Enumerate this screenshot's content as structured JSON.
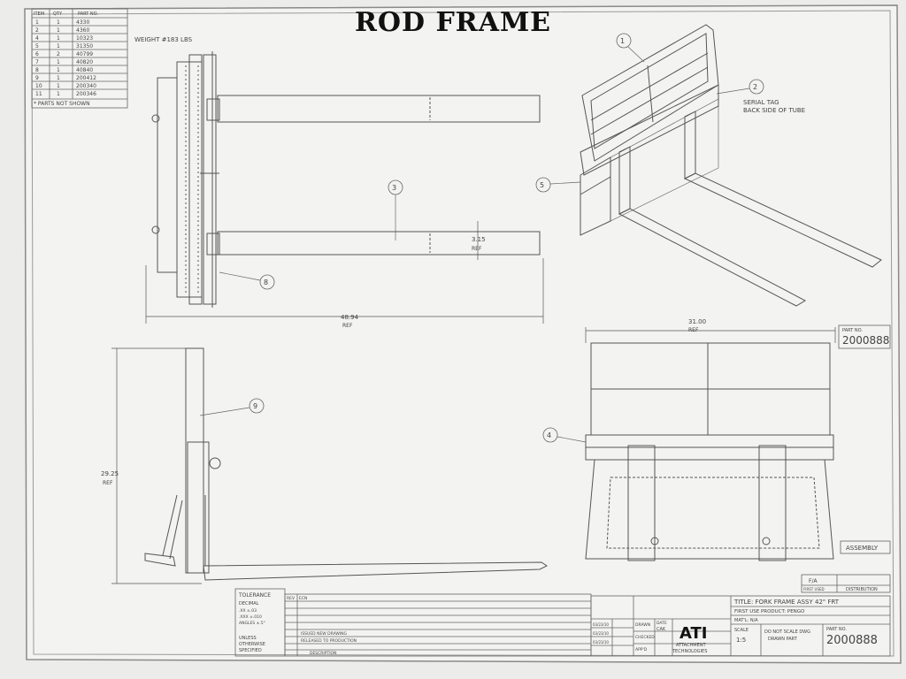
{
  "photo_title": "ROD FRAME",
  "bom": {
    "headers": [
      "ITEM",
      "QTY",
      "PART NO."
    ],
    "rows": [
      [
        "1",
        "1",
        "4330"
      ],
      [
        "2",
        "1",
        "4360"
      ],
      [
        "4",
        "1",
        "10323"
      ],
      [
        "5",
        "1",
        "31350"
      ],
      [
        "6",
        "2",
        "40799"
      ],
      [
        "7",
        "1",
        "40820"
      ],
      [
        "8",
        "1",
        "40840"
      ],
      [
        "9",
        "1",
        "200412"
      ],
      [
        "10",
        "1",
        "200340"
      ],
      [
        "11",
        "1",
        "200346"
      ]
    ],
    "note": "* PARTS NOT SHOWN"
  },
  "weight": "WEIGHT #183 LBS",
  "callouts": [
    "1",
    "2",
    "3",
    "4",
    "5",
    "8",
    "9"
  ],
  "serial_tag": [
    "SERIAL TAG",
    "BACK SIDE OF TUBE"
  ],
  "dimensions": {
    "fork_thickness": "3.15",
    "fork_thickness_ref": "REF",
    "overall_length": "48.94",
    "overall_length_ref": "REF",
    "width": "31.00",
    "width_ref": "REF",
    "height": "29.25",
    "height_ref": "REF"
  },
  "part_no_label": "PART NO.",
  "part_no": "2000888",
  "assembly": "ASSEMBLY",
  "fa": "F/A",
  "first_used": "FIRST USED",
  "distribution": "DISTRIBUTION",
  "title_block": {
    "title": "TITLE: FORK FRAME ASSY 42\" FRT",
    "first_use": "FIRST USE PRODUCT: PENGO",
    "mat": "MAT'L: N/A",
    "logo": "ATI",
    "company": [
      "ATTACHMENT",
      "TECHNOLOGIES"
    ],
    "drawn": "DRAWN",
    "checked": "CHECKED",
    "appd": "APP'D",
    "date": "DATE",
    "scale_label": "SCALE",
    "scale": "1:5",
    "do_not_scale": "DO NOT SCALE DWG",
    "drawn_part": "DRAWN PART",
    "author": "CAK",
    "dates": [
      "03/23/10",
      "03/23/10",
      "03/23/10"
    ]
  },
  "tolerance": {
    "label": "TOLERANCE",
    "decimal": "DECIMAL",
    "lines": [
      ".XX ±.03",
      ".XXX ±.010",
      "ANGLES ±.5°"
    ],
    "unless": [
      "UNLESS",
      "OTHERWISE",
      "SPECIFIED"
    ],
    "rev_header": [
      "REV",
      "ECN",
      "DESCRIPTION"
    ],
    "rev_rows": [
      "ISSUED NEW DRAWING",
      "RELEASED TO PRODUCTION"
    ]
  }
}
